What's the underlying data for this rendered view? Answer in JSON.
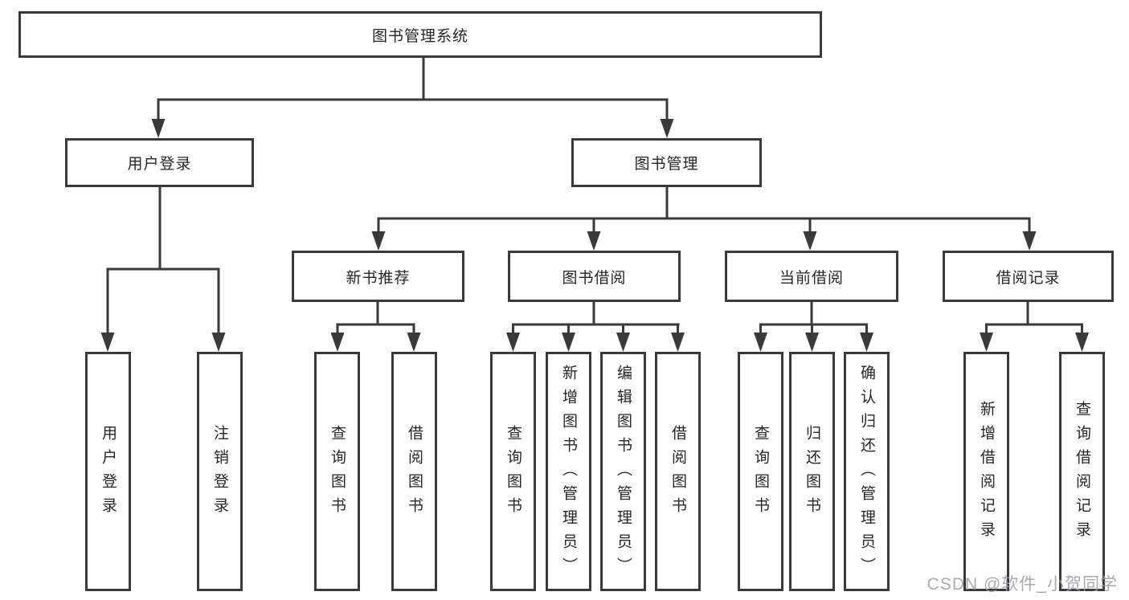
{
  "tree": {
    "label": "图书管理系统",
    "children": [
      {
        "label": "用户登录",
        "children": [
          {
            "label": "用户登录"
          },
          {
            "label": "注销登录"
          }
        ]
      },
      {
        "label": "图书管理",
        "children": [
          {
            "label": "新书推荐",
            "children": [
              {
                "label": "查询图书"
              },
              {
                "label": "借阅图书"
              }
            ]
          },
          {
            "label": "图书借阅",
            "children": [
              {
                "label": "查询图书"
              },
              {
                "label": "新增图书（管理员）"
              },
              {
                "label": "编辑图书（管理员）"
              },
              {
                "label": "借阅图书"
              }
            ]
          },
          {
            "label": "当前借阅",
            "children": [
              {
                "label": "查询图书"
              },
              {
                "label": "归还图书"
              },
              {
                "label": "确认归还（管理员）"
              }
            ]
          },
          {
            "label": "借阅记录",
            "children": [
              {
                "label": "新增借阅记录"
              },
              {
                "label": "查询借阅记录"
              }
            ]
          }
        ]
      }
    ]
  },
  "watermark": "CSDN @软件_小贺同学",
  "colors": {
    "line": "#3a3a3a",
    "text": "#262626",
    "watermark": "#9b9da3",
    "background": "#ffffff"
  }
}
